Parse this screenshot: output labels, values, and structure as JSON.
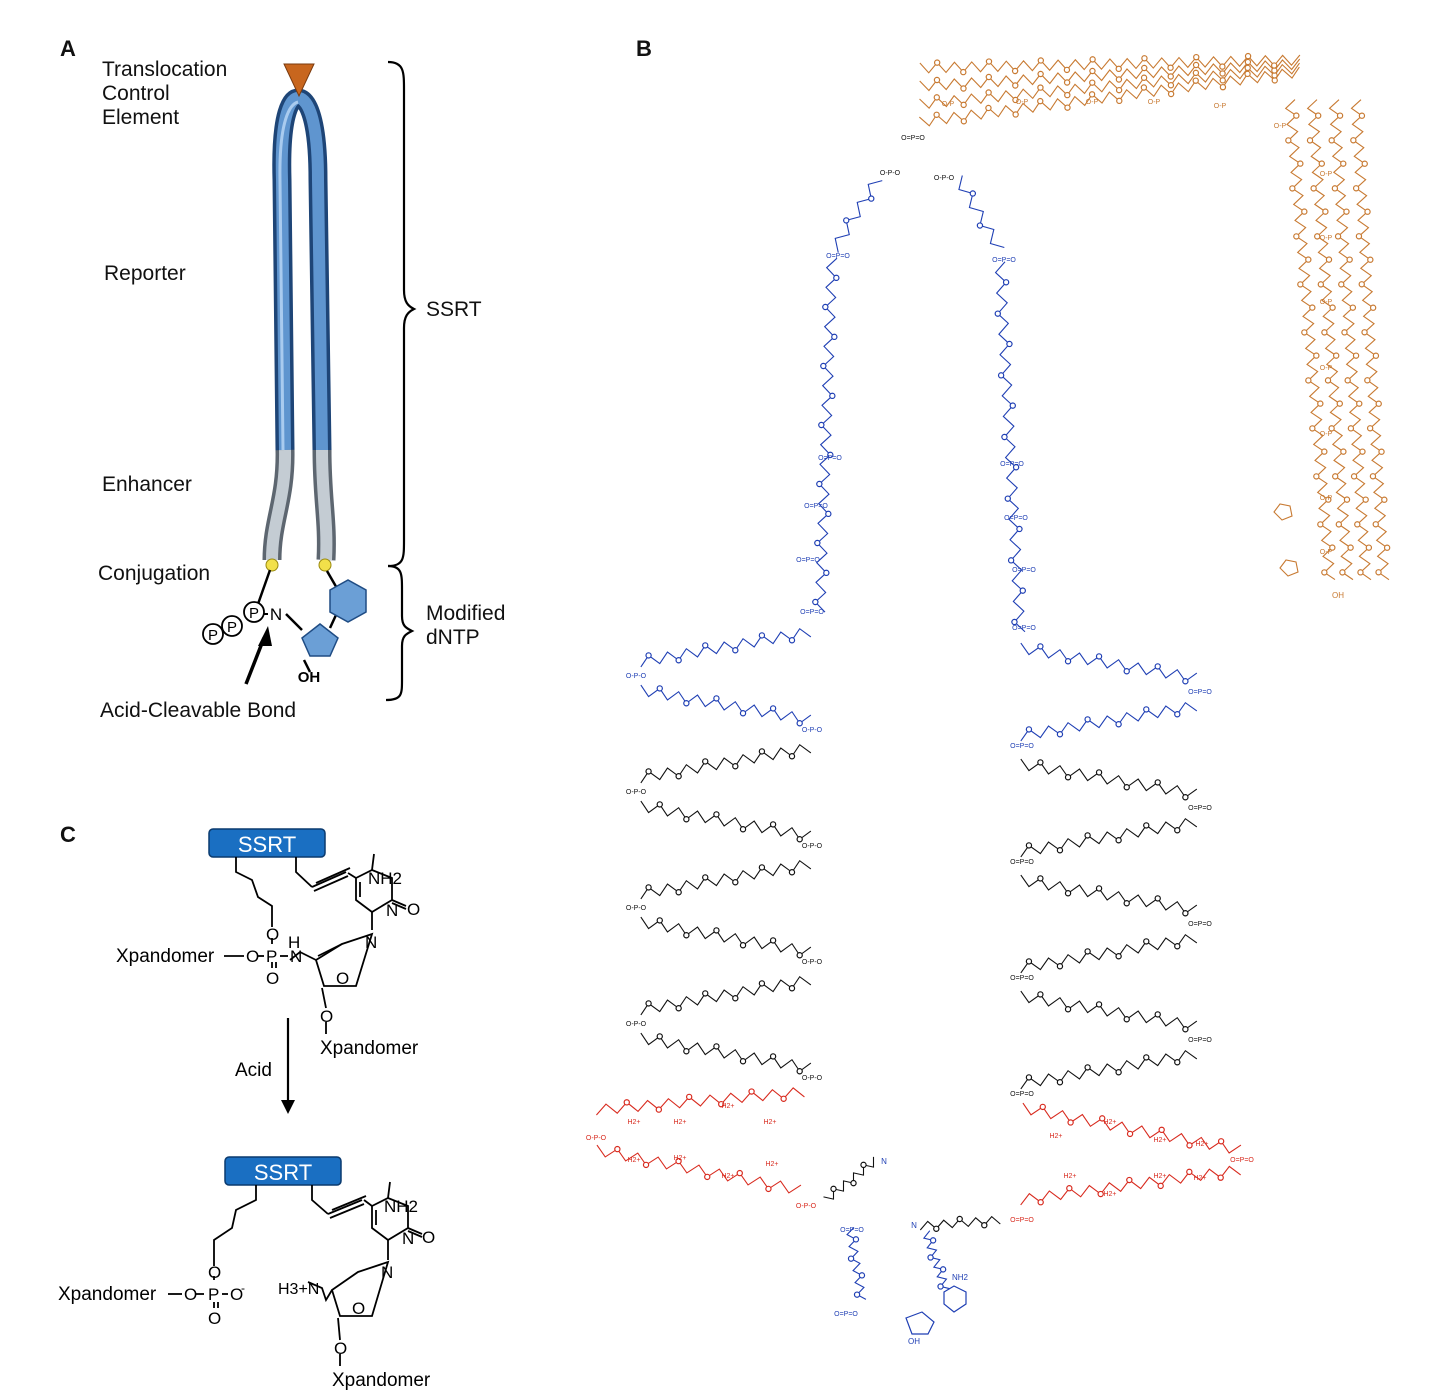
{
  "panels": {
    "a": "A",
    "b": "B",
    "c": "C"
  },
  "panelA": {
    "labels": {
      "translocation": [
        "Translocation",
        "Control",
        "Element"
      ],
      "reporter": "Reporter",
      "enhancer": "Enhancer",
      "conjugation": "Conjugation",
      "acid_bond": "Acid-Cleavable Bond",
      "ssrt": "SSRT",
      "modified": [
        "Modified",
        "dNTP"
      ]
    },
    "atoms": {
      "p": "P",
      "n": "N",
      "oh": "OH"
    }
  },
  "panelB": {
    "colors": {
      "peg_arm": "#c87a32",
      "blue_chain": "#1f3fb4",
      "black_chain": "#111111",
      "red_chain": "#d82a1e"
    },
    "atoms": {
      "o": "O",
      "p_double": "O=P=O",
      "p_minus": "O-P-O",
      "po_left": "O-P",
      "oh": "OH",
      "h2n": "H2+",
      "nh2": "NH2",
      "n": "N"
    }
  },
  "panelC": {
    "box": "SSRT",
    "before": {
      "xpandomer_left": "Xpandomer",
      "xpandomer_bottom": "Xpandomer",
      "nh2": "NH2",
      "n": "N",
      "o": "O",
      "h": "H",
      "p": "P"
    },
    "arrow_label": "Acid",
    "after": {
      "xpandomer_left": "Xpandomer",
      "xpandomer_bottom": "Xpandomer",
      "nh2": "NH2",
      "h3n": "H3+N"
    }
  }
}
